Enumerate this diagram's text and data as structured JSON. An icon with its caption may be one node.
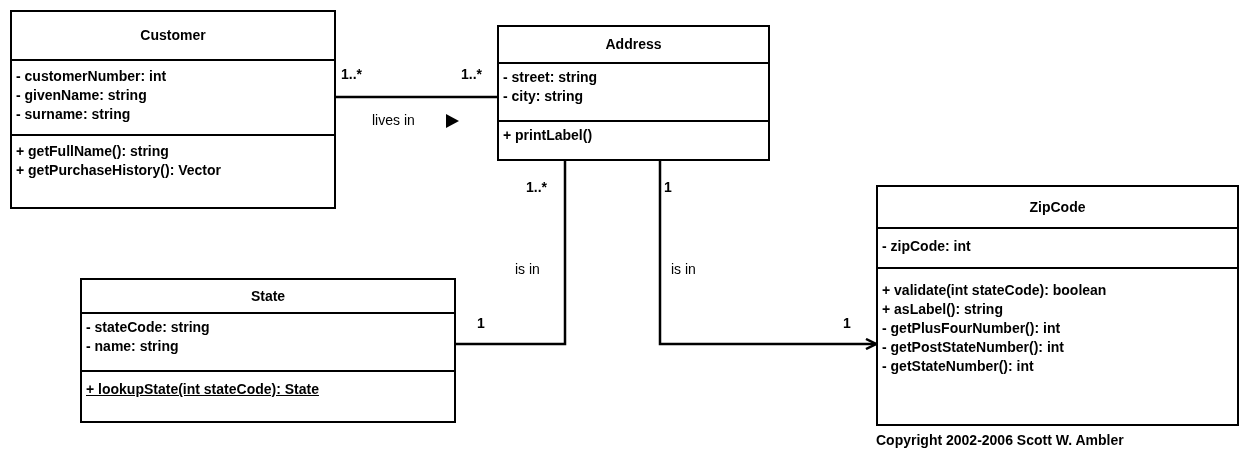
{
  "diagram": {
    "nodes": [
      {
        "text": [
          "Customer"
        ]
      },
      {
        "text": [
          "- customerNumber: int",
          "- givenName: string",
          "- surname: string"
        ],
        "in": 0
      },
      {
        "text": [
          "+ getFullName(): string",
          "+ getPurchaseHistory(): Vector"
        ],
        "in": 0
      },
      {
        "text": [
          "Address"
        ]
      },
      {
        "text": [
          "- street: string",
          "- city: string"
        ],
        "in": 3
      },
      {
        "text": [
          "+ printLabel()"
        ],
        "in": 3
      },
      {
        "text": [
          "State"
        ]
      },
      {
        "text": [
          "- stateCode: string",
          "- name: string"
        ],
        "in": 6
      },
      {
        "text": [
          "+ lookupState(int stateCode): State"
        ],
        "in": 6
      },
      {
        "text": [
          "ZipCode"
        ]
      },
      {
        "text": [
          "- zipCode: int"
        ],
        "in": 9
      },
      {
        "text": [
          "+ validate(int stateCode): boolean",
          "+ asLabel(): string",
          "- getPlusFourNumber(): int",
          "- getPostStateNumber(): int",
          "- getStateNumber(): int"
        ],
        "in": 9
      }
    ],
    "edges": [
      {
        "from": 0,
        "to": 3,
        "arrow": "none",
        "label": "lives in"
      },
      {
        "from": 3,
        "to": 6,
        "arrow": "none",
        "label": "is in"
      },
      {
        "from": 3,
        "to": 9,
        "arrow": "to",
        "label": "is in"
      }
    ],
    "labels": [
      "1..*",
      "1..*",
      "1..*",
      "1",
      "1",
      "1",
      "Copyright 2002-2006 Scott W. Ambler"
    ]
  }
}
